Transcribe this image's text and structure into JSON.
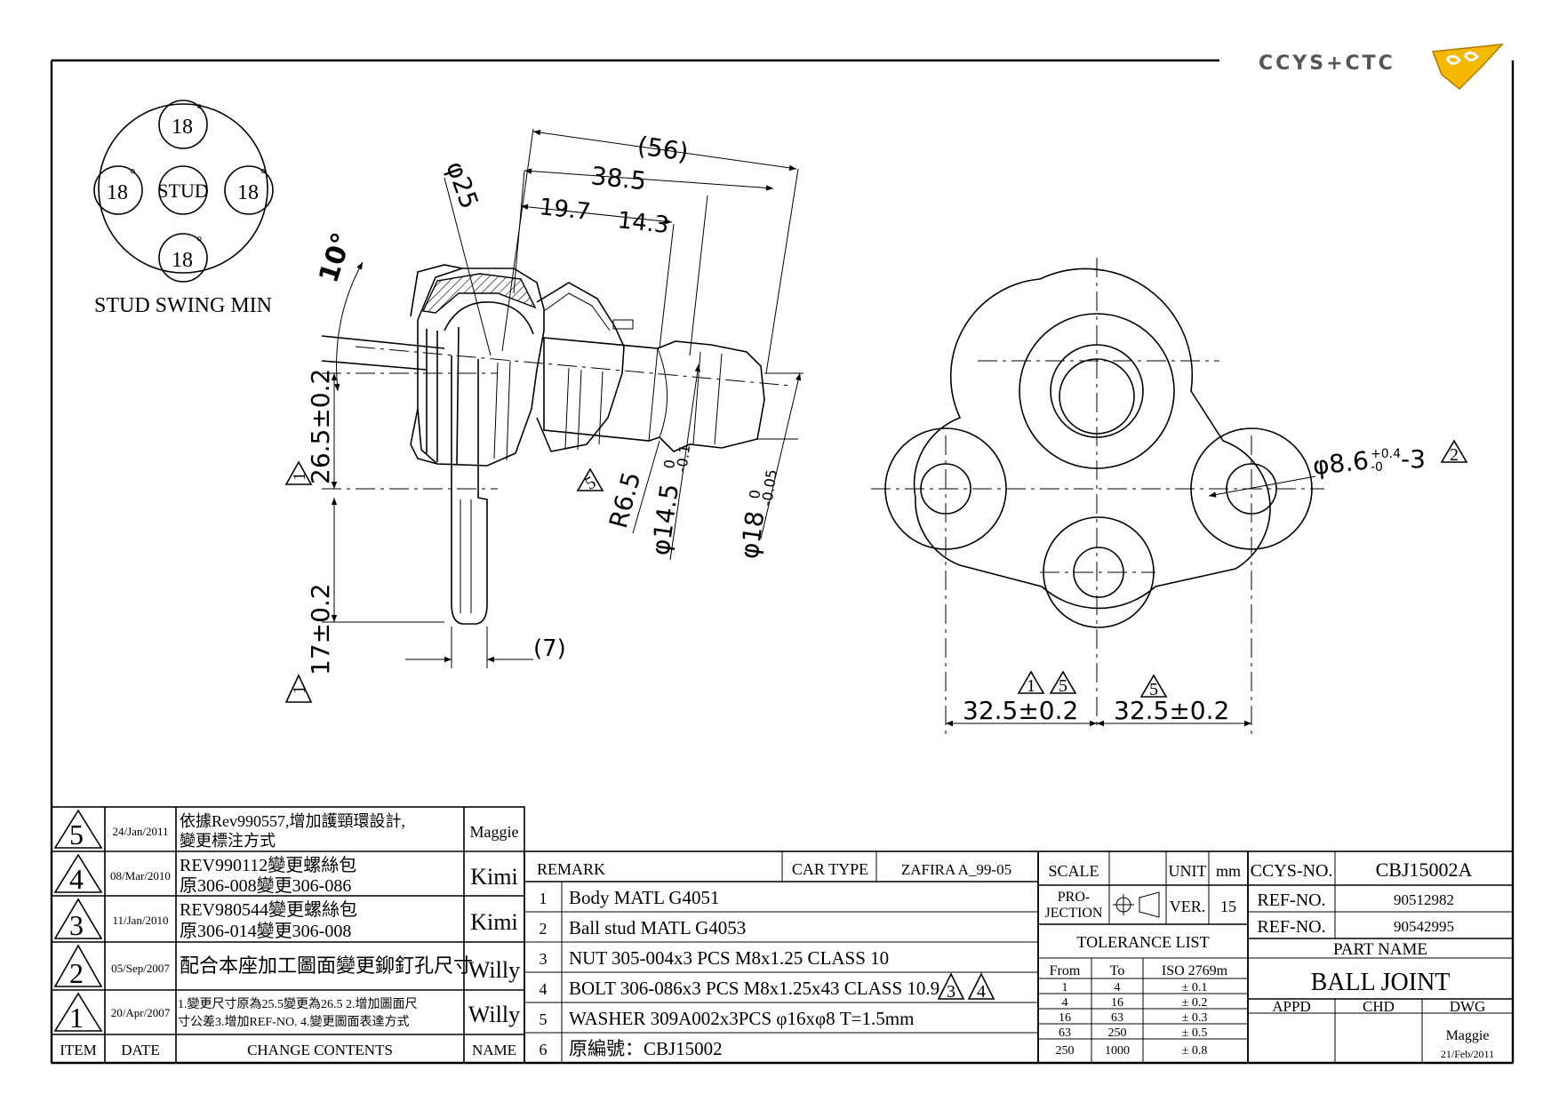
{
  "logo": {
    "text": "CCYS+CTC"
  },
  "swing": {
    "angles": [
      "18",
      "18",
      "18",
      "18"
    ],
    "degree_mark": "°",
    "center_label": "STUD",
    "caption": "STUD SWING MIN"
  },
  "side_view": {
    "dim_56": "(56)",
    "dim_38_5": "38.5",
    "dim_19_7": "19.7",
    "dim_14_3": "14.3",
    "dim_d25": "φ25",
    "dim_10deg": "10°",
    "dim_26_5": "26.5±0.2",
    "dim_17": "17±0.2",
    "dim_7": "(7)",
    "dim_r6_5": "R6.5",
    "dim_d14_5": "φ14.5",
    "dim_d14_5_tol_upper": "0",
    "dim_d14_5_tol_lower": "-0.1",
    "dim_d18": "φ18",
    "dim_d18_tol_upper": "0",
    "dim_d18_tol_lower": "-0.05",
    "rev_mark_1": "1",
    "rev_mark_5": "5"
  },
  "front_view": {
    "dim_hole": "φ8.6",
    "dim_hole_tol_upper": "+0.4",
    "dim_hole_tol_lower": "-0",
    "dim_hole_qty": "-3",
    "dim_left": "32.5±0.2",
    "dim_right": "32.5±0.2",
    "rev_mark_2": "2",
    "rev_mark_1": "1",
    "rev_mark_5a": "5",
    "rev_mark_5b": "5"
  },
  "revisions": [
    {
      "item": "5",
      "date": "24/Jan/2011",
      "content": [
        "依據Rev990557,增加護頸環設計,",
        "變更標注方式"
      ],
      "name": "Maggie"
    },
    {
      "item": "4",
      "date": "08/Mar/2010",
      "content": [
        "REV990112變更螺絲包",
        "原306-008變更306-086"
      ],
      "name": "Kimi"
    },
    {
      "item": "3",
      "date": "11/Jan/2010",
      "content": [
        "REV980544變更螺絲包",
        "原306-014變更306-008"
      ],
      "name": "Kimi"
    },
    {
      "item": "2",
      "date": "05/Sep/2007",
      "content": [
        "配合本座加工圖面變更鉚釘孔尺寸"
      ],
      "name": "Willy"
    },
    {
      "item": "1",
      "date": "20/Apr/2007",
      "content": [
        "1.變更尺寸原為25.5變更為26.5 2.增加圖面尺",
        "寸公差3.增加REF-NO. 4.變更圖面表達方式"
      ],
      "name": "Willy"
    }
  ],
  "revision_headers": {
    "item": "ITEM",
    "date": "DATE",
    "content": "CHANGE CONTENTS",
    "name": "NAME"
  },
  "remark": {
    "label": "REMARK",
    "car_type_label": "CAR TYPE",
    "car_type": "ZAFIRA A_99-05",
    "rows": [
      {
        "no": "1",
        "text": "Body MATL G4051"
      },
      {
        "no": "2",
        "text": "Ball stud MATL G4053"
      },
      {
        "no": "3",
        "text": "NUT 305-004x3 PCS M8x1.25 CLASS 10"
      },
      {
        "no": "4",
        "text": "BOLT 306-086x3 PCS M8x1.25x43 CLASS 10.9"
      },
      {
        "no": "5",
        "text": "WASHER 309A002x3PCS φ16xφ8 T=1.5mm"
      },
      {
        "no": "6",
        "text": "原編號：CBJ15002"
      }
    ],
    "bolt_rev_marks": [
      "3",
      "4"
    ]
  },
  "scale_block": {
    "scale_label": "SCALE",
    "scale_value": "",
    "unit_label": "UNIT",
    "unit_value": "mm",
    "projection_label_1": "PRO-",
    "projection_label_2": "JECTION",
    "ver_label": "VER.",
    "ver_value": "15"
  },
  "tolerance": {
    "title": "TOLERANCE LIST",
    "headers": [
      "From",
      "To",
      "ISO 2769m"
    ],
    "rows": [
      [
        "1",
        "4",
        "± 0.1"
      ],
      [
        "4",
        "16",
        "± 0.2"
      ],
      [
        "16",
        "63",
        "± 0.3"
      ],
      [
        "63",
        "250",
        "± 0.5"
      ],
      [
        "250",
        "1000",
        "± 0.8"
      ]
    ]
  },
  "title_block": {
    "ccys_no_label": "CCYS-NO.",
    "ccys_no": "CBJ15002A",
    "ref_no_label_1": "REF-NO.",
    "ref_no_1": "90512982",
    "ref_no_label_2": "REF-NO.",
    "ref_no_2": "90542995",
    "part_name_label": "PART NAME",
    "part_name": "BALL JOINT",
    "appd_label": "APPD",
    "chd_label": "CHD",
    "dwg_label": "DWG",
    "dwg_name": "Maggie",
    "dwg_date": "21/Feb/2011"
  },
  "colors": {
    "logo_accent": "#f5b800",
    "line": "#000000"
  }
}
